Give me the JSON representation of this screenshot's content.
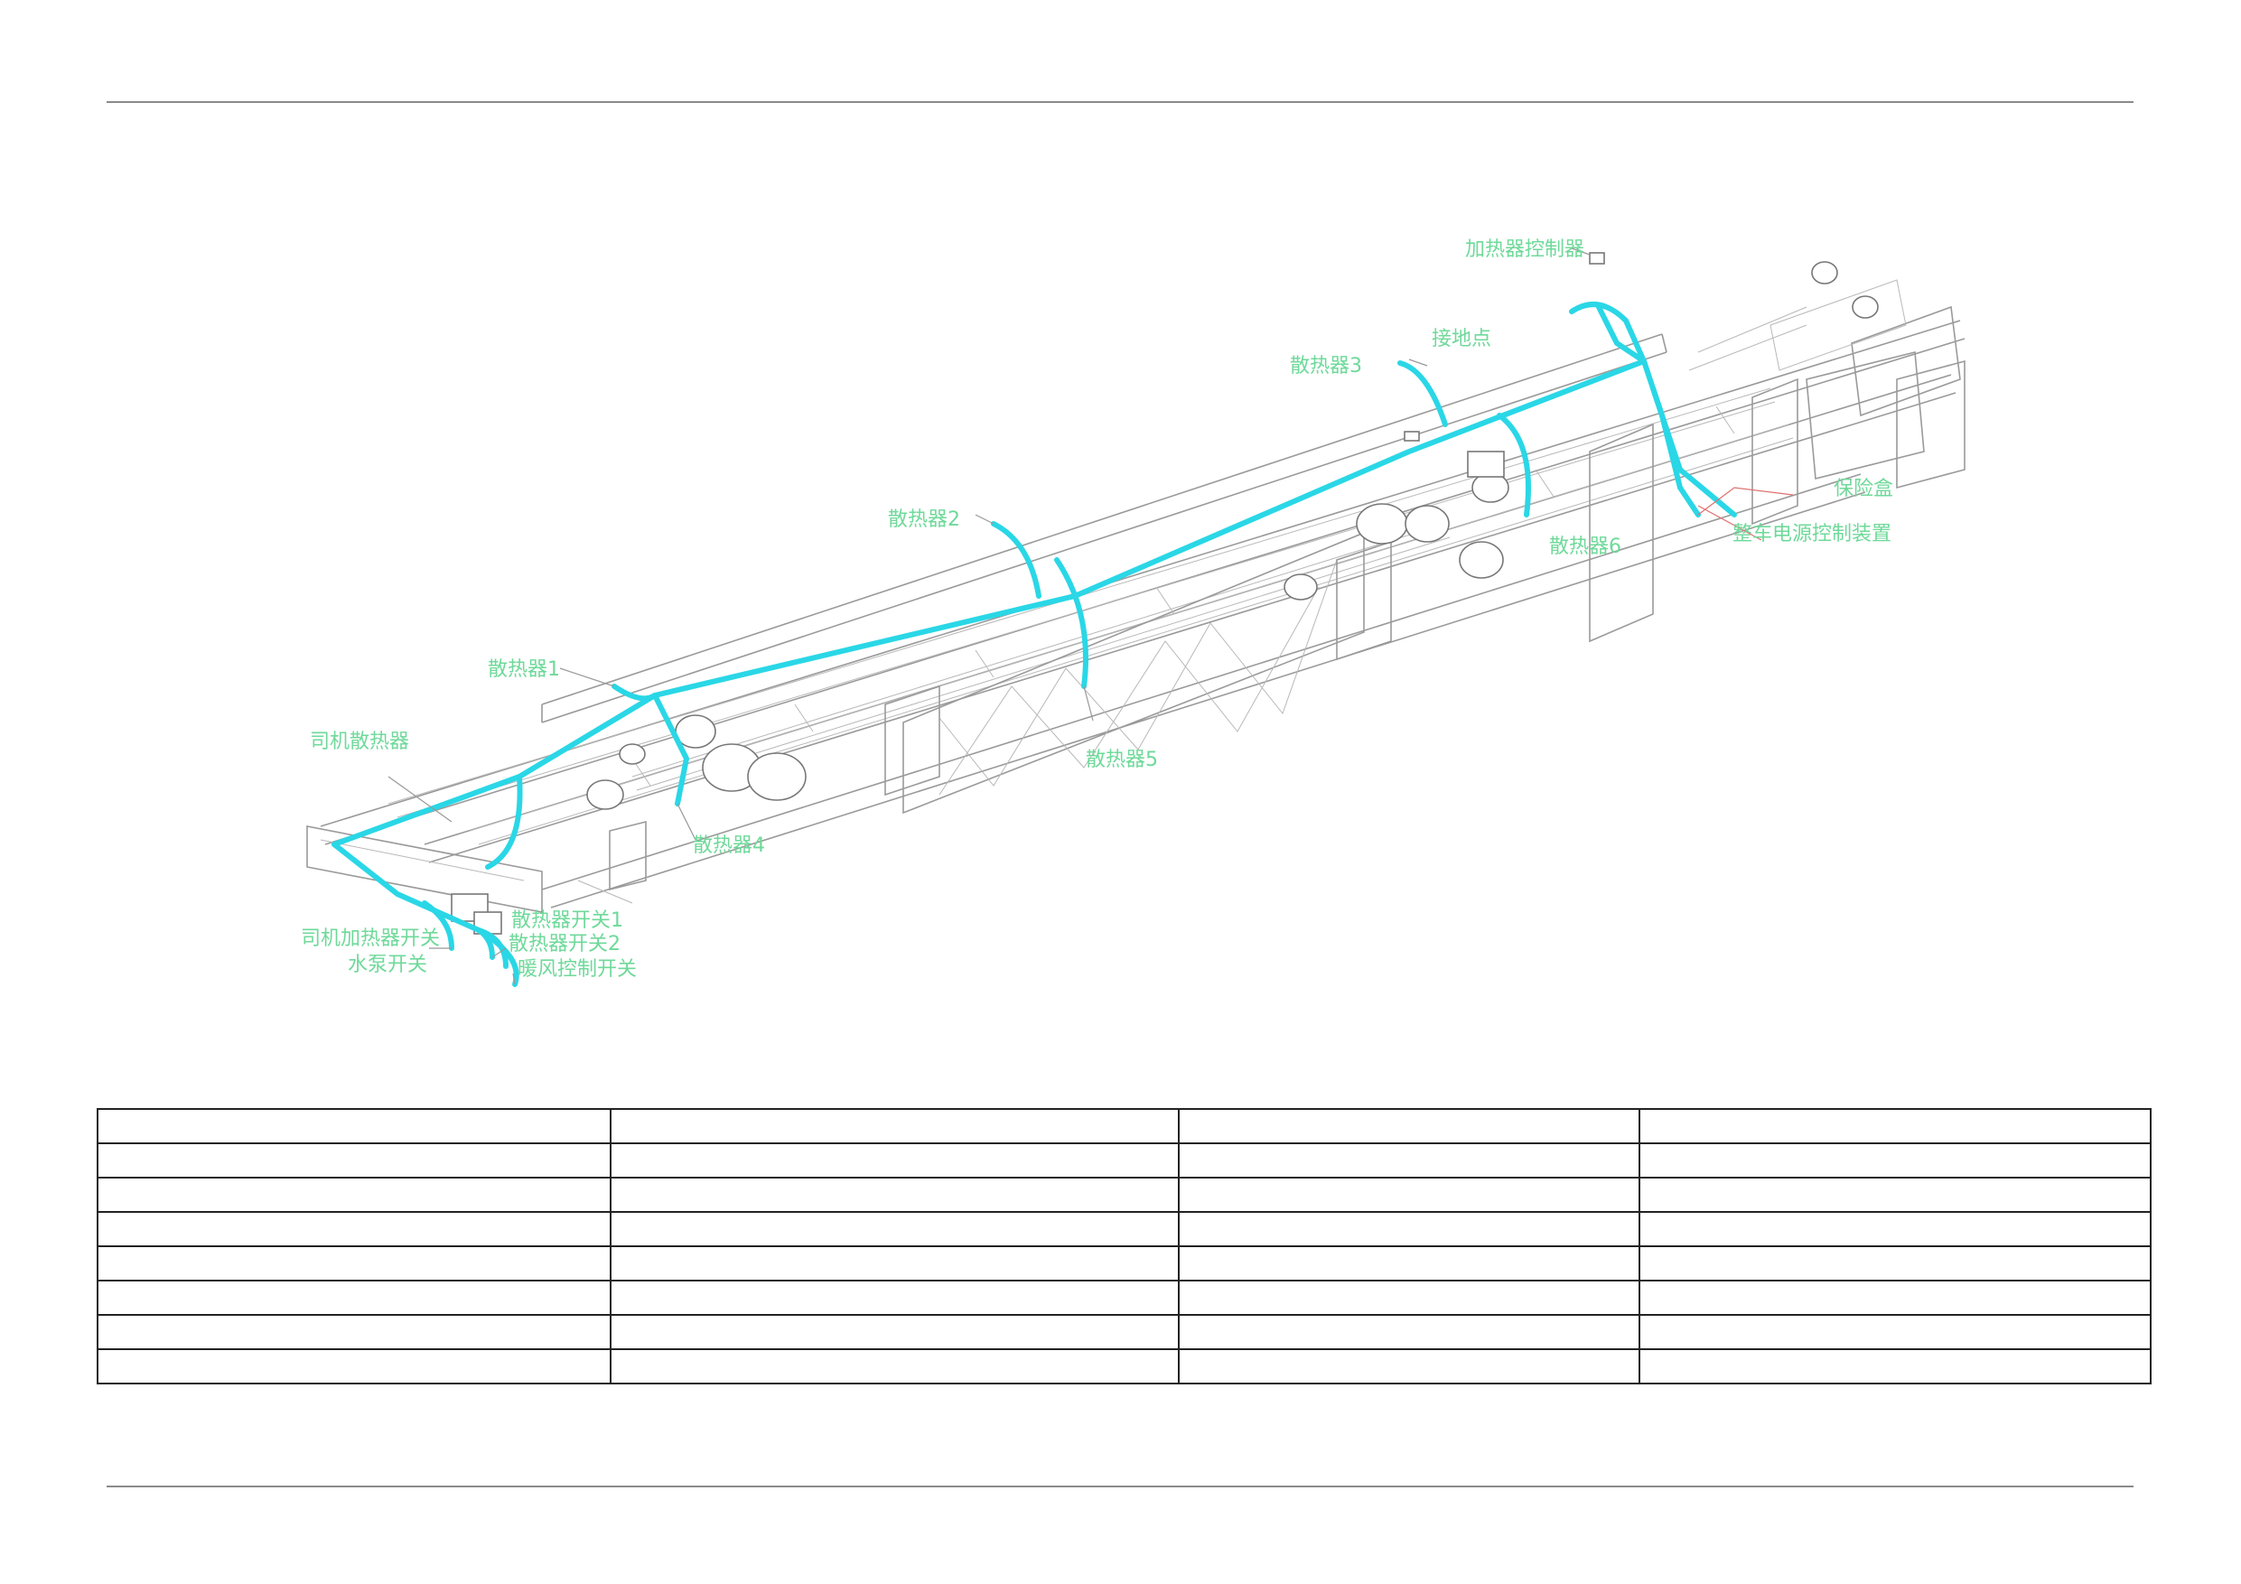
{
  "labels": {
    "heater_controller": "加热器控制器",
    "ground_point": "接地点",
    "radiator_3": "散热器3",
    "fuse_box": "保险盒",
    "power_control": "整车电源控制装置",
    "radiator_6": "散热器6",
    "radiator_2": "散热器2",
    "radiator_1": "散热器1",
    "driver_radiator": "司机散热器",
    "radiator_5": "散热器5",
    "radiator_4": "散热器4",
    "radiator_switch_1": "散热器开关1",
    "radiator_switch_2": "散热器开关2",
    "driver_heater_switch": "司机加热器开关",
    "pump_switch": "水泵开关",
    "warm_air_switch": "暖风控制开关"
  },
  "colors": {
    "harness": "#2ad7e6",
    "label": "#6fd99a",
    "frame": "#9a9a9a"
  },
  "table": {
    "rows": [
      [
        "",
        "",
        "",
        ""
      ],
      [
        "",
        "",
        "",
        ""
      ],
      [
        "",
        "",
        "",
        ""
      ],
      [
        "",
        "",
        "",
        ""
      ],
      [
        "",
        "",
        "",
        ""
      ],
      [
        "",
        "",
        "",
        ""
      ],
      [
        "",
        "",
        "",
        ""
      ],
      [
        "",
        "",
        "",
        ""
      ]
    ]
  }
}
